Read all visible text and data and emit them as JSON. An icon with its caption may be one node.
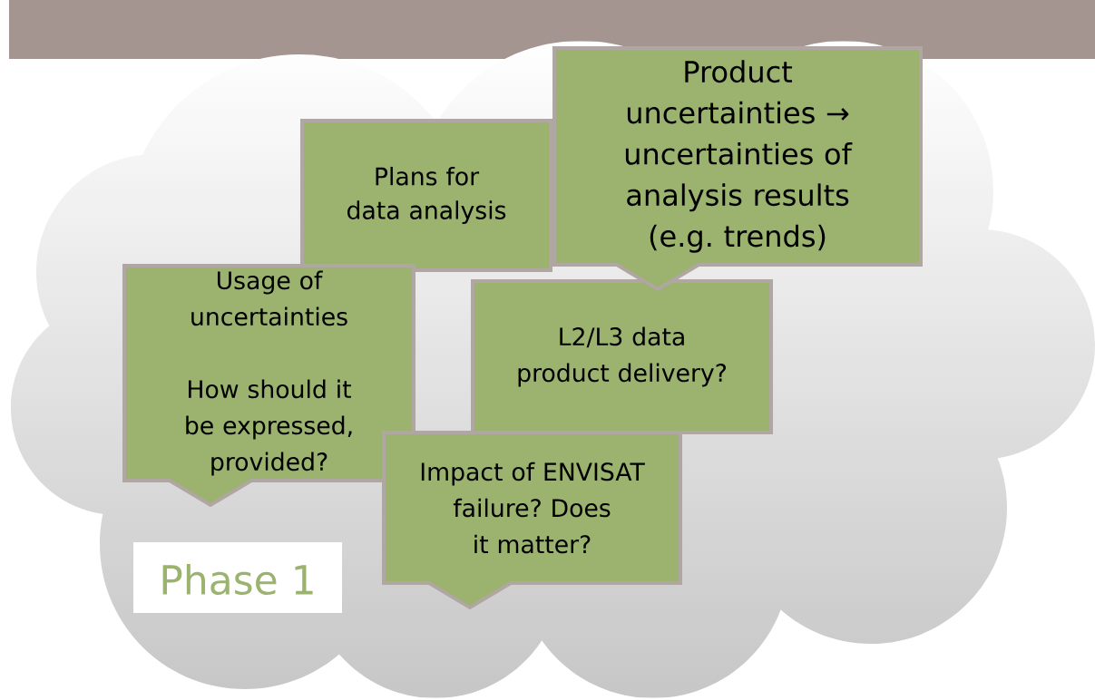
{
  "diagram": {
    "nodes": [
      {
        "text": [
          "Plans for data analysis"
        ]
      },
      {
        "text": [
          "Product uncertainties → uncertainties of analysis results (e.g. trends)"
        ]
      },
      {
        "text": [
          "Usage of uncertainties",
          "How should it be expressed, provided?"
        ]
      },
      {
        "text": [
          "L2/L3 data product delivery?"
        ]
      },
      {
        "text": [
          "Impact of ENVISAT failure? Does it matter?"
        ]
      },
      {
        "text": [
          "Phase 1"
        ]
      }
    ]
  }
}
